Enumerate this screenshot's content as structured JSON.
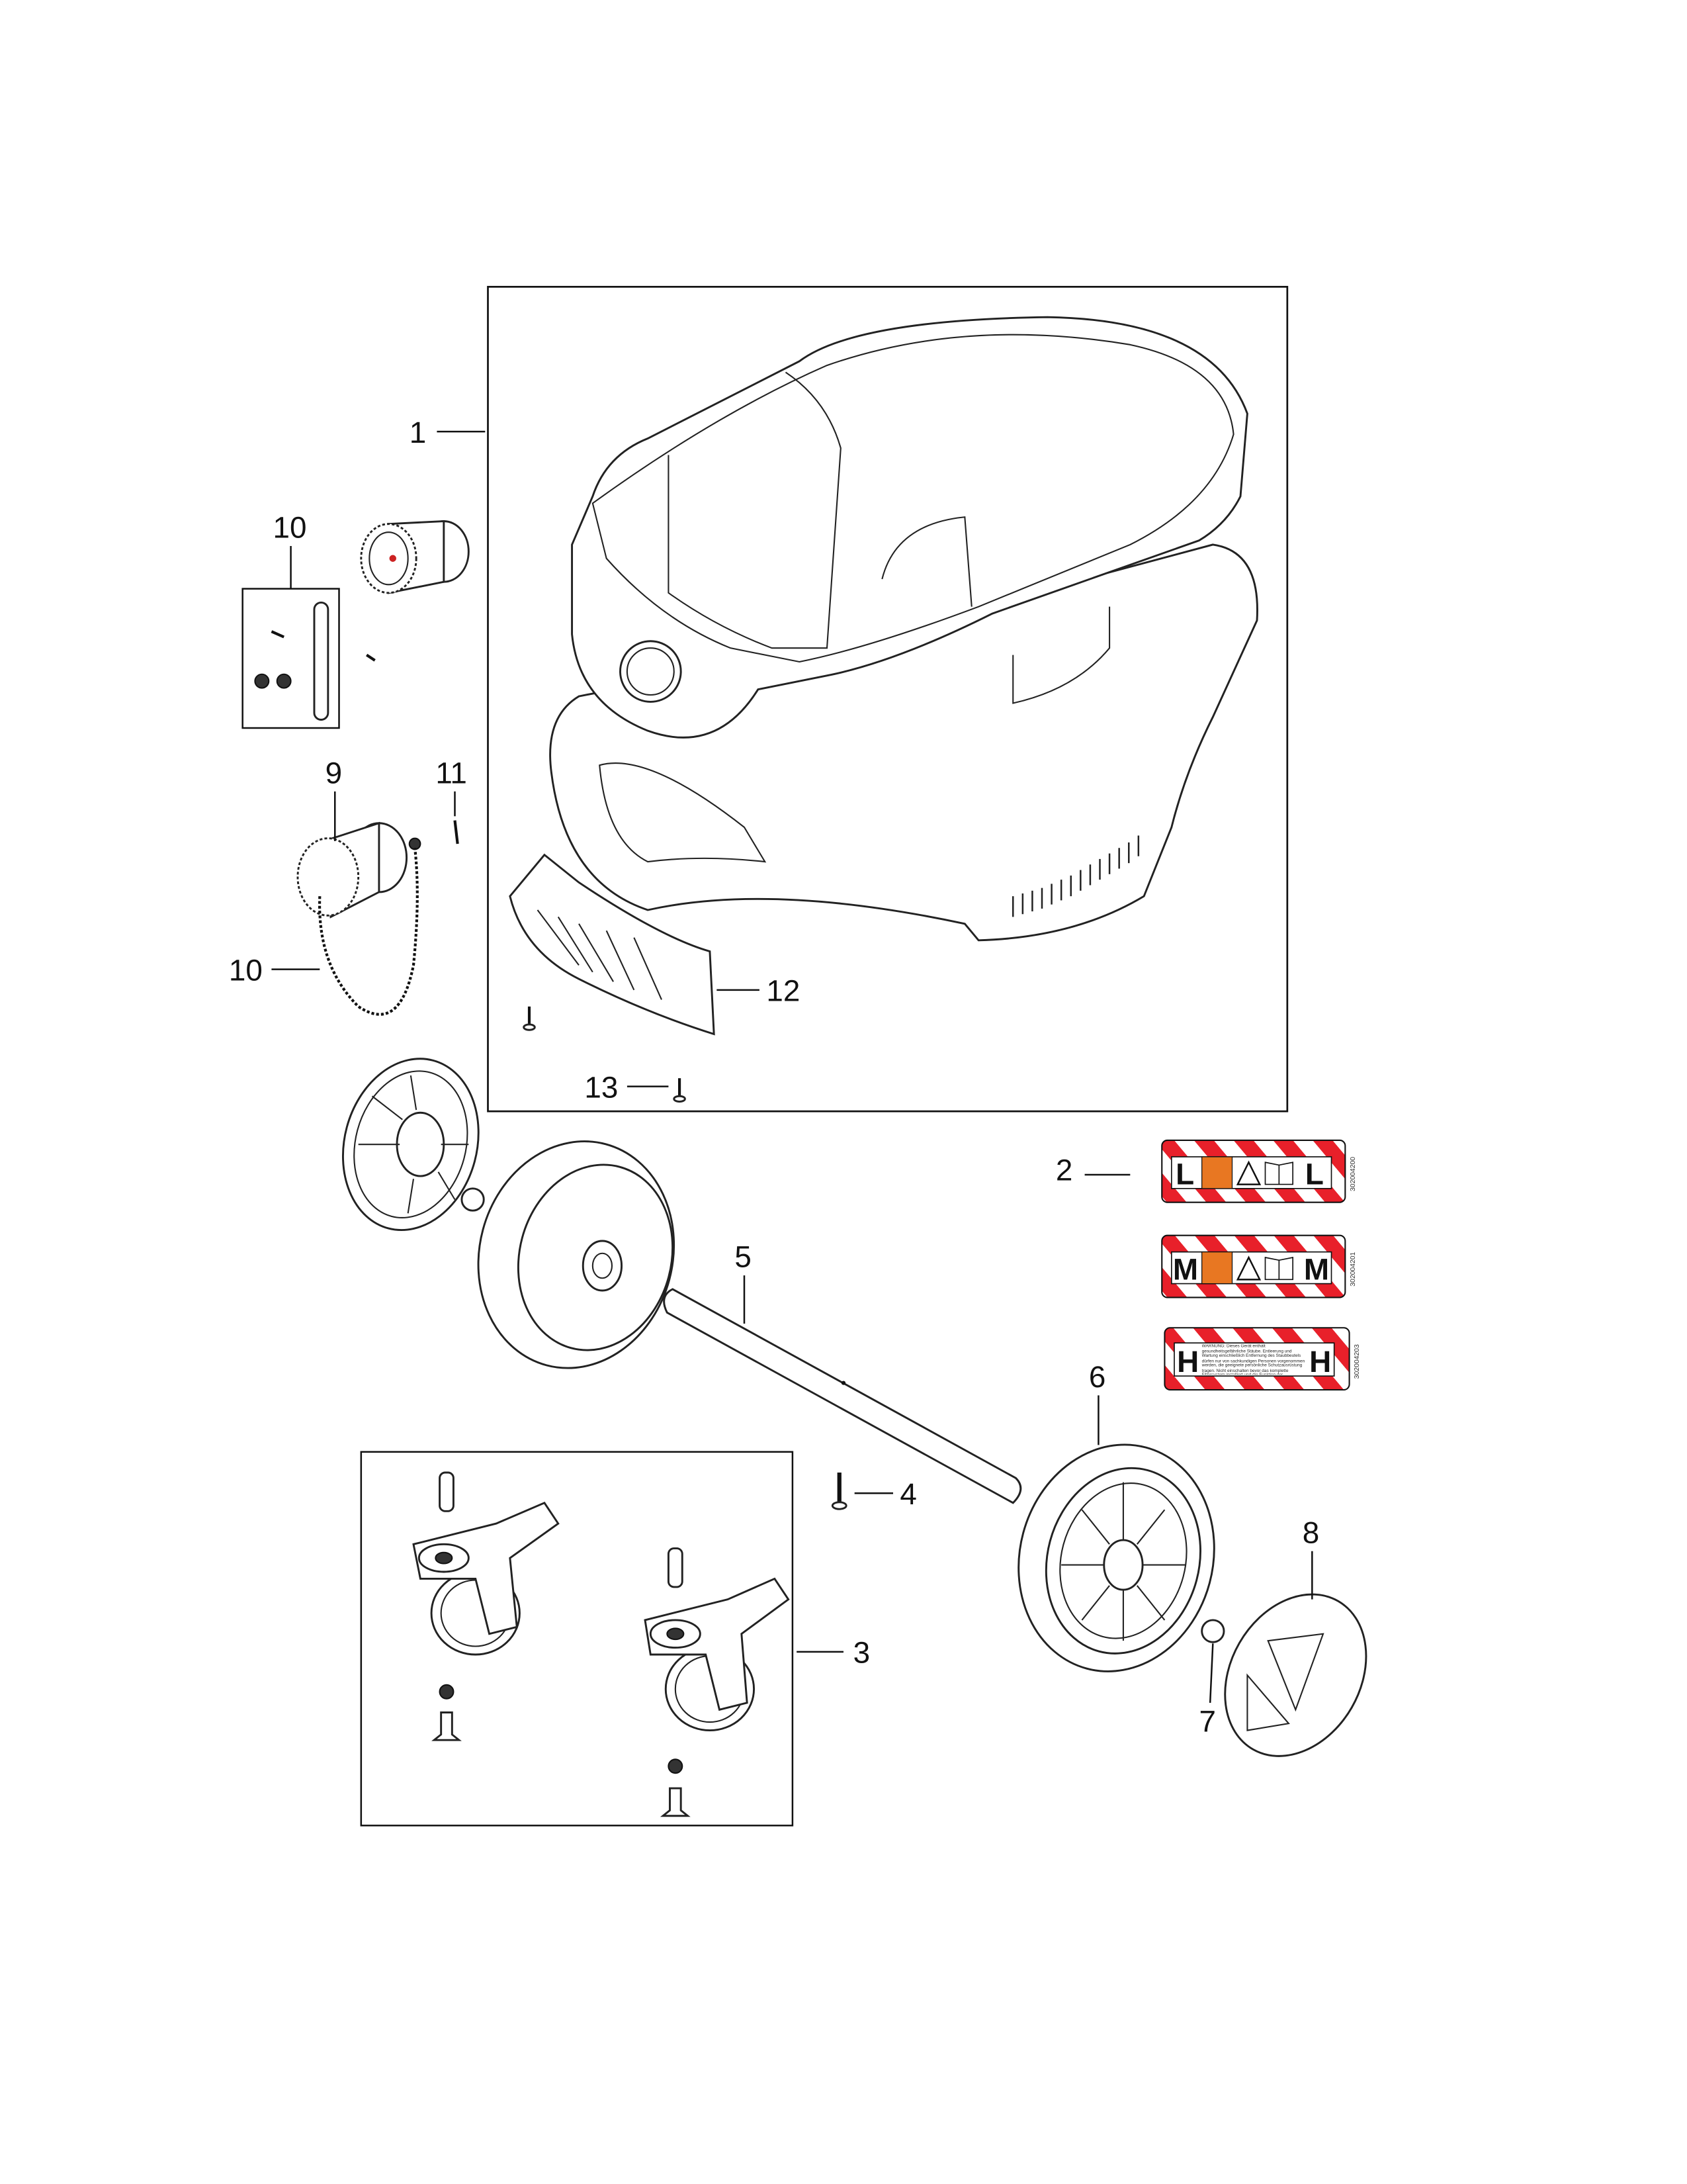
{
  "callouts": {
    "c1": "1",
    "c2": "2",
    "c3": "3",
    "c4": "4",
    "c5": "5",
    "c6": "6",
    "c7": "7",
    "c8": "8",
    "c9": "9",
    "c10a": "10",
    "c10b": "10",
    "c11": "11",
    "c12": "12",
    "c13": "13"
  },
  "labels": {
    "l": {
      "class_letter": "L",
      "code": "302004200"
    },
    "m": {
      "class_letter": "M",
      "code": "302004201"
    },
    "h": {
      "class_letter": "H",
      "code": "302004203",
      "warning": "WARNUNG: Dieses Gerät enthält gesundheitsgefährliche Stäube. Entleerung und Wartung einschließlich Entfernung des Staubbeutels dürfen nur von sachkundigen Personen vorgenommen werden, die geeignete persönliche Schutzausrüstung tragen. Nicht einschalten bevor das komplette Filtersystem installiert und die Funktion der Volumenstromkontrolle überprüft worden ist."
    }
  },
  "colors": {
    "stripe_red": "#e8202a",
    "hazard_orange": "#e87722"
  }
}
